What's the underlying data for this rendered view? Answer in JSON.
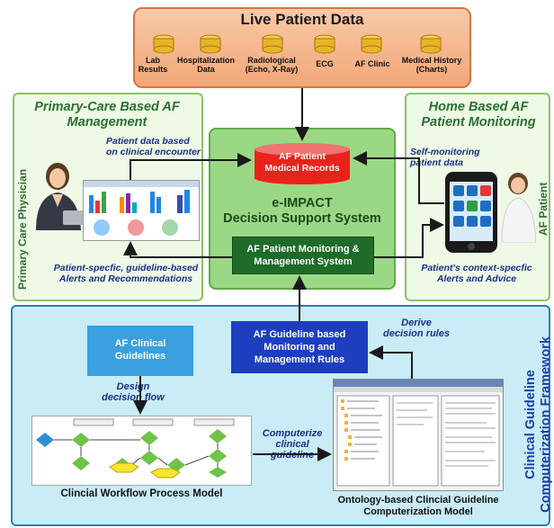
{
  "live_data": {
    "title": "Live Patient Data",
    "sources": [
      {
        "label": "Lab\nResults"
      },
      {
        "label": "Hospitalization\nData"
      },
      {
        "label": "Radiological\n(Echo, X-Ray)"
      },
      {
        "label": "ECG"
      },
      {
        "label": "AF Clinic"
      },
      {
        "label": "Medical History\n(Charts)"
      }
    ]
  },
  "primary_care": {
    "title": "Primary-Care Based AF Management",
    "vertical_label": "Primary Care Physician",
    "data_in_label": "Patient data based\non clinical encounter",
    "alerts_label": "Patient-specfic, guideline-based\nAlerts and Recommendations"
  },
  "home_based": {
    "title": "Home Based AF Patient Monitoring",
    "vertical_label": "AF Patient",
    "data_in_label": "Self-monitoring\npatient data",
    "alerts_label": "Patient's context-specfic\nAlerts and Advice"
  },
  "central": {
    "records_label": "AF Patient\nMedical Records",
    "dss_label": "e-IMPACT\nDecision Support System",
    "monitoring_label": "AF Patient Monitoring &\nManagement System"
  },
  "framework": {
    "vertical_label": "Clinical Guideline\nComputerization Framework",
    "guidelines_label": "AF Clinical\nGuidelines",
    "rules_label": "AF Guideline based\nMonitoring and\nManagement Rules",
    "design_flow_label": "Design\ndecision flow",
    "derive_rules_label": "Derive\ndecision rules",
    "computerize_label": "Computerize\nclinical\nguideline",
    "workflow_label": "Clincial Workflow Process Model",
    "ontology_label": "Ontology-based Clincial Guideline\nComputerization Model"
  },
  "colors": {
    "live_fill": "#f2a777",
    "panel_fill": "#eef9e6",
    "center_fill": "#9bd885",
    "monitor_fill": "#1f6b2a",
    "records_fill": "#e8231c",
    "framework_fill": "#c9ecf6",
    "guidelines_fill": "#3aa0e0",
    "rules_fill": "#1d3fbf"
  }
}
